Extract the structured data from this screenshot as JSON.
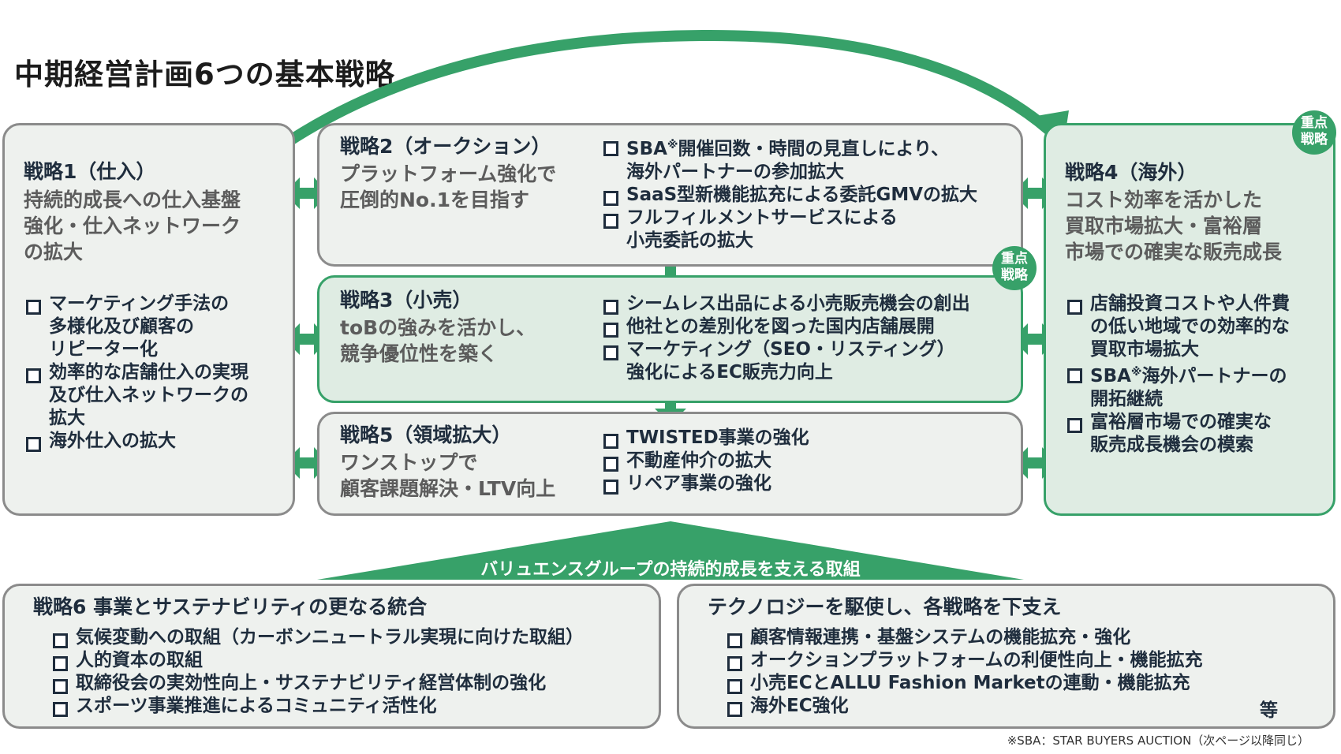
{
  "title": "中期経営計画6つの基本戦略",
  "badge": {
    "line1": "重点",
    "line2": "戦略"
  },
  "strategy1": {
    "head": "戦略1（仕入）",
    "sub": [
      "持続的成長への仕入基盤",
      "強化・仕入ネットワーク",
      "の拡大"
    ],
    "items": [
      [
        "マーケティング手法の",
        "多様化及び顧客の",
        "リピーター化"
      ],
      [
        "効率的な店舗仕入の実現",
        "及び仕入ネットワークの",
        "拡大"
      ],
      [
        "海外仕入の拡大"
      ]
    ]
  },
  "strategy2": {
    "head": "戦略2（オークション）",
    "sub": [
      "プラットフォーム強化で",
      "圧倒的No.1を目指す"
    ],
    "items": [
      [
        "SBA",
        "※",
        "開催回数・時間の見直しにより、",
        "海外パートナーの参加拡大"
      ],
      [
        "SaaS型新機能拡充による委託GMVの拡大"
      ],
      [
        "フルフィルメントサービスによる",
        "小売委託の拡大"
      ]
    ]
  },
  "strategy3": {
    "head": "戦略3（小売）",
    "sub": [
      "toBの強みを活かし、",
      "競争優位性を築く"
    ],
    "items": [
      [
        "シームレス出品による小売販売機会の創出"
      ],
      [
        "他社との差別化を図った国内店舗展開"
      ],
      [
        "マーケティング（SEO・リスティング）",
        "強化によるEC販売力向上"
      ]
    ]
  },
  "strategy4": {
    "head": "戦略4（海外）",
    "sub": [
      "コスト効率を活かした",
      "買取市場拡大・富裕層",
      "市場での確実な販売成長"
    ],
    "items": [
      [
        "店舗投資コストや人件費",
        "の低い地域での効率的な",
        "買取市場拡大"
      ],
      [
        "SBA",
        "※",
        "海外パートナーの",
        "開拓継続"
      ],
      [
        "富裕層市場での確実な",
        "販売成長機会の模索"
      ]
    ]
  },
  "strategy5": {
    "head": "戦略5（領域拡大）",
    "sub": [
      "ワンストップで",
      "顧客課題解決・LTV向上"
    ],
    "items": [
      "TWISTED事業の強化",
      "不動産仲介の拡大",
      "リペア事業の強化"
    ]
  },
  "banner": "バリュエンスグループの持続的成長を支える取組",
  "strategy6": {
    "head": "戦略6  事業とサステナビリティの更なる統合",
    "items": [
      "気候変動への取組（カーボンニュートラル実現に向けた取組）",
      "人的資本の取組",
      "取締役会の実効性向上・サステナビリティ経営体制の強化",
      "スポーツ事業推進によるコミュニティ活性化"
    ]
  },
  "technology": {
    "head": "テクノロジーを駆使し、各戦略を下支え",
    "items": [
      "顧客情報連携・基盤システムの機能拡充・強化",
      "オークションプラットフォームの利便性向上・機能拡充",
      "小売ECとALLU Fashion Marketの連動・機能拡充",
      "海外EC強化"
    ],
    "etc": "等"
  },
  "footnote": "※SBA：STAR BUYERS AUCTION（次ページ以降同じ）",
  "colors": {
    "accent": "#37a169",
    "box_fill": "#eef1ee",
    "green_fill": "#dfece3",
    "border": "#8b8b8b"
  }
}
